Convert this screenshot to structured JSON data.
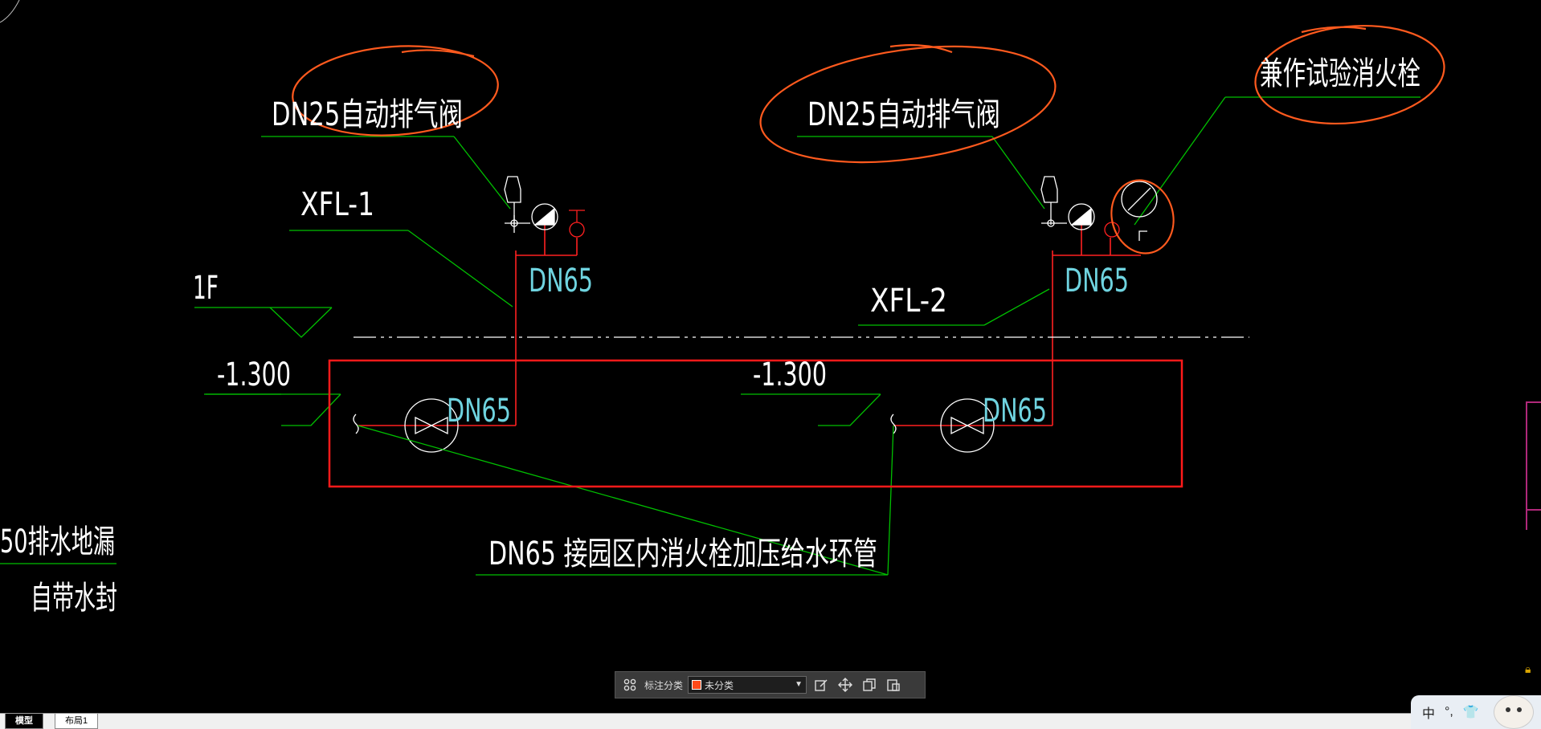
{
  "drawing": {
    "labels": {
      "air_valve_left": "DN25自动排气阀",
      "air_valve_right": "DN25自动排气阀",
      "test_hydrant": "兼作试验消火栓",
      "riser_left": "XFL-1",
      "riser_right": "XFL-2",
      "floor": "1F",
      "elev_left": "-1.300",
      "elev_right": "-1.300",
      "dn65_top_left": "DN65",
      "dn65_top_right": "DN65",
      "dn65_bottom_left": "DN65",
      "dn65_bottom_right": "DN65",
      "supply_pipe": "DN65 接园区内消火栓加压给水环管",
      "floor_drain": "50排水地漏",
      "water_seal": "自带水封"
    },
    "colors": {
      "background": "#000000",
      "leader": "#00c000",
      "pipe": "#ff2020",
      "text": "#ffffff",
      "size_text": "#6fd4e0",
      "markup": "#ff5a1e"
    }
  },
  "toolbar": {
    "grid_icon": "grid-icon",
    "label": "标注分类",
    "select_value": "未分类",
    "select_swatch": "#ff4a1a",
    "icons": [
      "edit-icon",
      "move-icon",
      "copy-icon",
      "paste-icon"
    ]
  },
  "tabs": {
    "model": "模型",
    "layout1": "布局1"
  },
  "ime": {
    "lang": "中",
    "punct": "°,",
    "shirt": "👕"
  }
}
